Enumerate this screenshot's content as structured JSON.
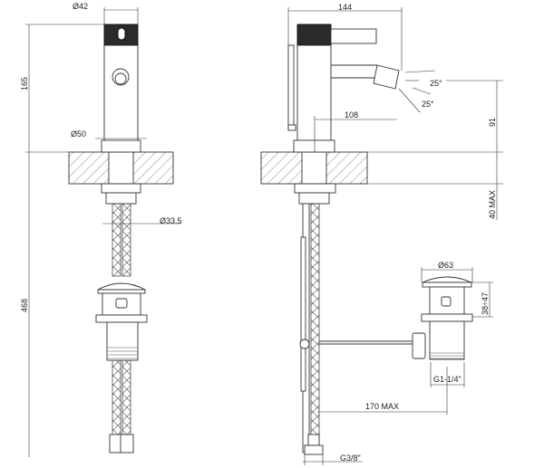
{
  "front_view": {
    "dia_top": "Ø42",
    "height_above_counter": "165",
    "dia_base": "Ø50",
    "dia_shank": "Ø33.5",
    "total_below": "468"
  },
  "side_view": {
    "reach_total": "144",
    "angle_up": "25°",
    "angle_down": "25°",
    "spout_reach": "108",
    "spout_height": "91",
    "counter_thickness": "40 MAX"
  },
  "popup_waste": {
    "dia_cap": "Ø63",
    "height_range": "38÷47",
    "thread": "G1-1/4\"",
    "rod_length": "170 MAX",
    "hose_thread": "G3/8\""
  }
}
